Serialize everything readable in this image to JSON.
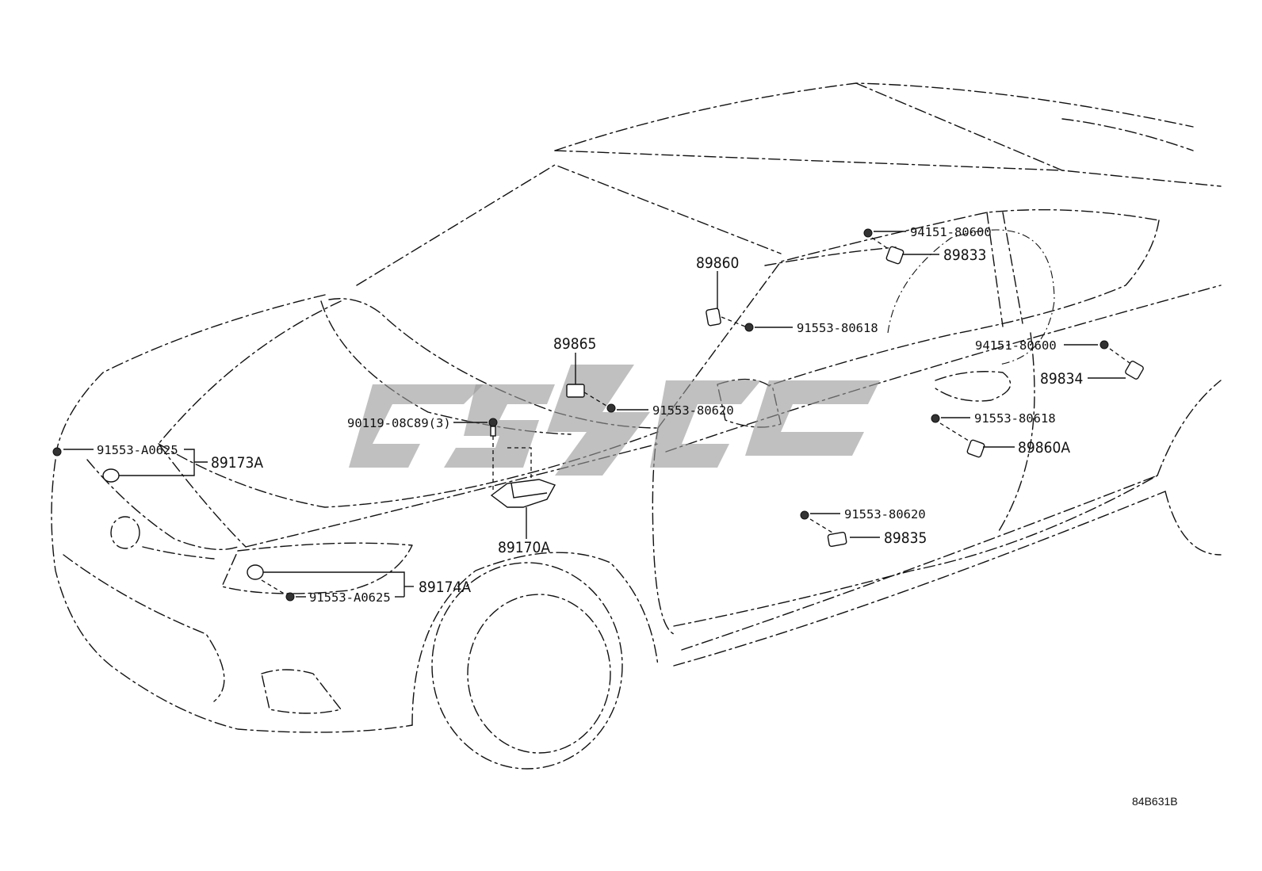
{
  "diagram_id": "84B631B",
  "watermark": {
    "color": "#9a9a9a"
  },
  "parts": {
    "p89860": "89860",
    "p89865": "89865",
    "p89833": "89833",
    "p89834": "89834",
    "p89860A": "89860A",
    "p89835": "89835",
    "p89173A": "89173A",
    "p89174A": "89174A",
    "p89170A": "89170A"
  },
  "fasteners": {
    "f94151_80600_a": "94151-80600",
    "f94151_80600_b": "94151-80600",
    "f91553_80618_a": "91553-80618",
    "f91553_80618_b": "91553-80618",
    "f91553_80620_a": "91553-80620",
    "f91553_80620_b": "91553-80620",
    "f90119": "90119-08C89(3)",
    "f91553_A0625_a": "91553-A0625",
    "f91553_A0625_b": "91553-A0625"
  }
}
